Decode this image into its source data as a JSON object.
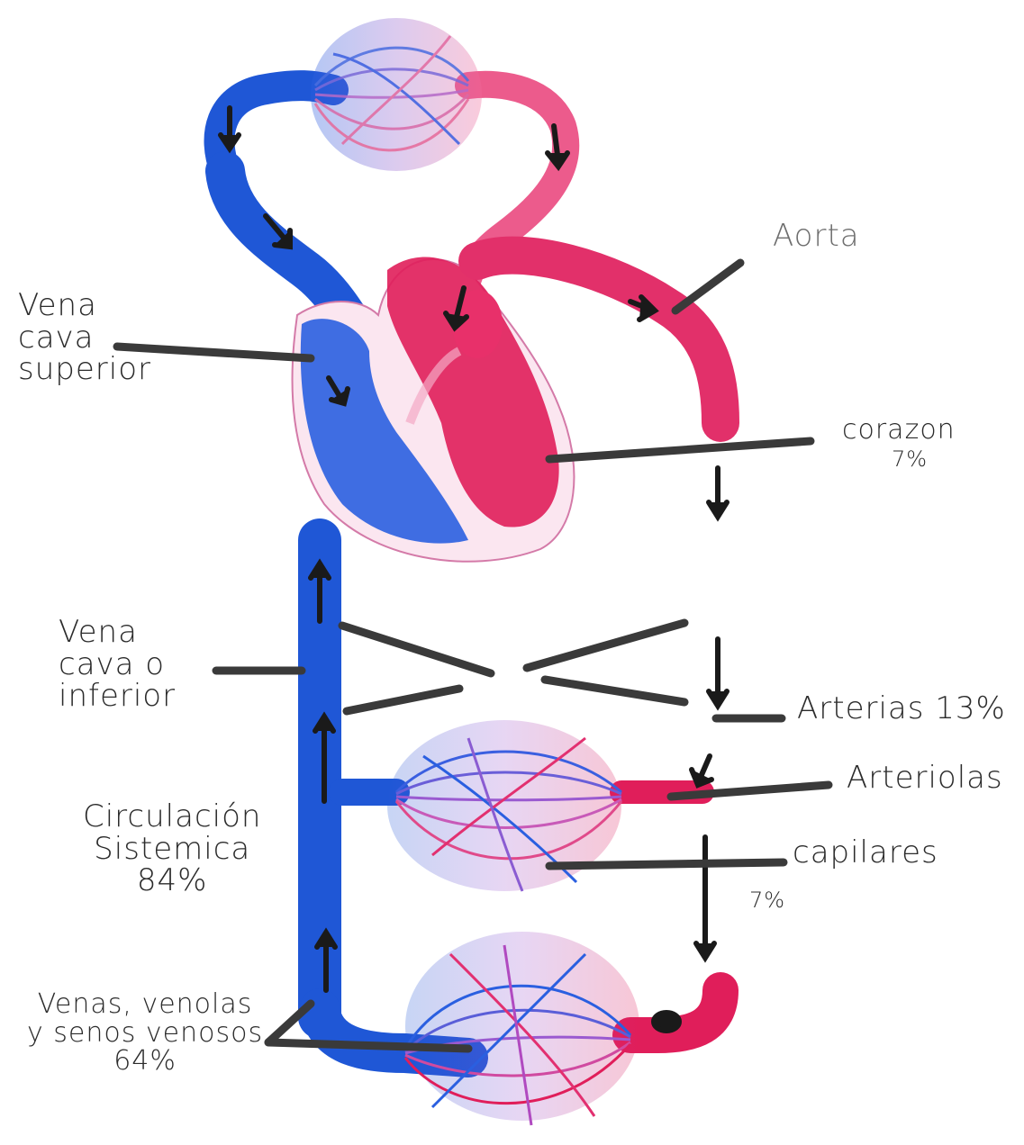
{
  "diagram": {
    "colors": {
      "venous": "#1f57d6",
      "arterial": "#e01e5a",
      "arterial_light": "#f07aa0",
      "capillary_mix": "#b35cc7",
      "leader": "#3a3a3a",
      "arrow": "#1a1a1a"
    },
    "labels": {
      "aorta": "Aorta",
      "vena_cava_superior": "Vena\ncava\nsuperior",
      "corazon": "corazon",
      "corazon_pct": "7%",
      "vena_cava_inferior": "Vena\ncava o\ninferior",
      "arterias": "Arterias 13%",
      "arteriolas": "Arteriolas",
      "capilares": "capilares",
      "capilares_pct": "7%",
      "circulacion": "Circulación\nSistemica\n84%",
      "venas": "Venas, venolas\ny senos venosos\n64%"
    }
  }
}
